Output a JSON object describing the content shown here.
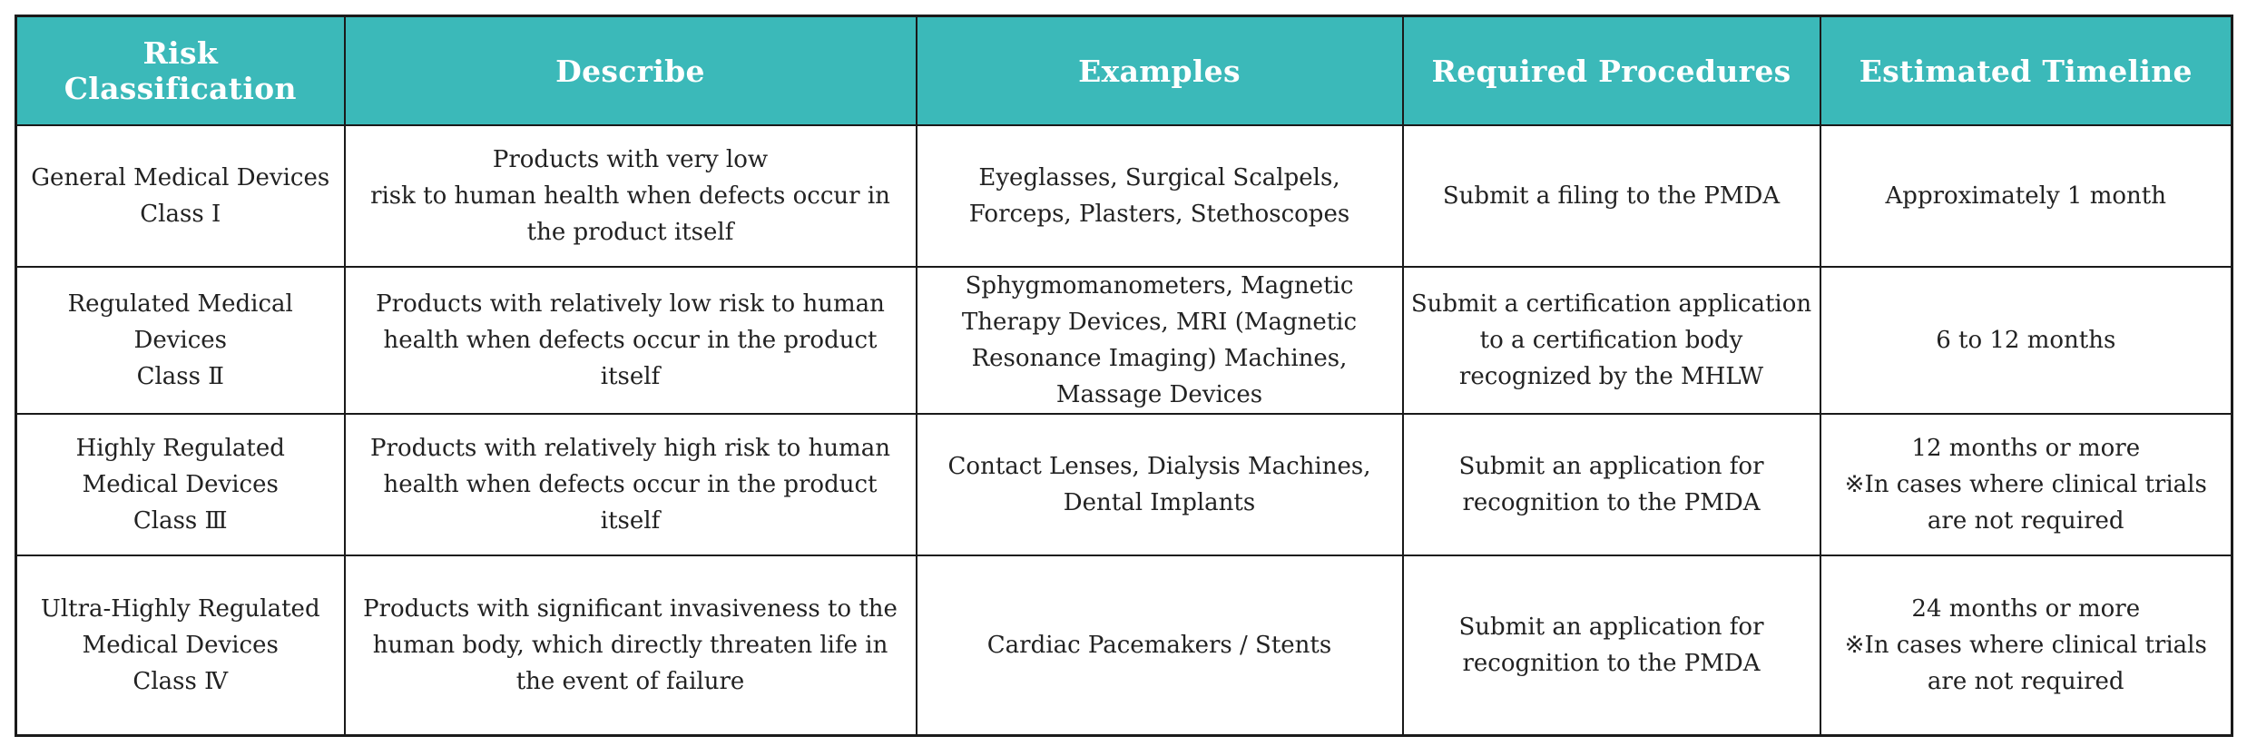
{
  "table": {
    "headers": [
      "Risk Classification",
      "Describe",
      "Examples",
      "Required Procedures",
      "Estimated Timeline"
    ],
    "rows": [
      {
        "classification": "General Medical Devices\nClass Ⅰ",
        "describe": "Products with very low\nrisk to human health when defects occur in the product itself",
        "examples": "Eyeglasses, Surgical Scalpels, Forceps, Plasters, Stethoscopes",
        "procedures": "Submit a filing to the PMDA",
        "timeline": "Approximately 1 month"
      },
      {
        "classification": "Regulated Medical Devices\nClass Ⅱ",
        "describe": "Products with relatively low risk to human health when defects occur in the product itself",
        "examples": "Sphygmomanometers, Magnetic Therapy Devices, MRI (Magnetic Resonance Imaging) Machines, Massage Devices",
        "procedures": "Submit a certification application to a certification body recognized by the MHLW",
        "timeline": "6 to 12 months"
      },
      {
        "classification": "Highly Regulated Medical Devices\nClass Ⅲ",
        "describe": "Products with relatively high risk to human health when defects occur in the product itself",
        "examples": "Contact Lenses, Dialysis Machines, Dental Implants",
        "procedures": "Submit an application for recognition to the PMDA",
        "timeline": "12 months or more\n※In cases where clinical trials are not required"
      },
      {
        "classification": "Ultra-Highly Regulated Medical Devices\nClass Ⅳ",
        "describe": "Products with significant invasiveness to the human body, which directly threaten life in the event of failure",
        "examples": "Cardiac Pacemakers / Stents",
        "procedures": "Submit an application for recognition to the PMDA",
        "timeline": "24 months or more\n※In cases where clinical trials are not required"
      }
    ]
  },
  "colors": {
    "header_bg": "#3bb9b9",
    "header_text": "#ffffff",
    "border": "#1a1a1a",
    "body_text": "#222222"
  }
}
